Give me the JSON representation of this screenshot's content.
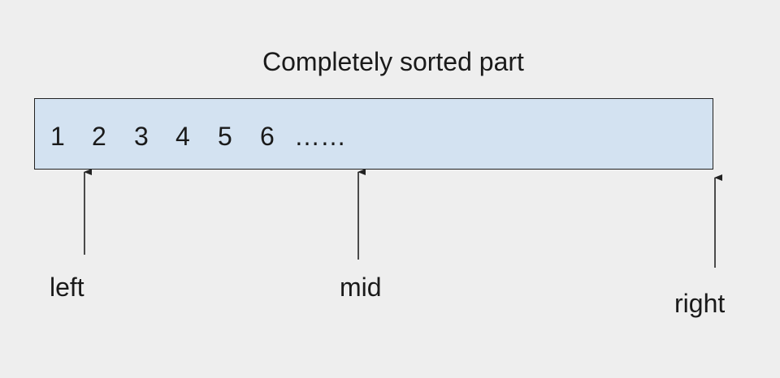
{
  "title": "Completely sorted part",
  "array": {
    "elements": [
      "1",
      "2",
      "3",
      "4",
      "5",
      "6",
      "……"
    ],
    "fill_color": "#d3e2f1",
    "border_color": "#222222"
  },
  "pointers": {
    "left": "left",
    "mid": "mid",
    "right": "right"
  },
  "background_color": "#eeeeee"
}
